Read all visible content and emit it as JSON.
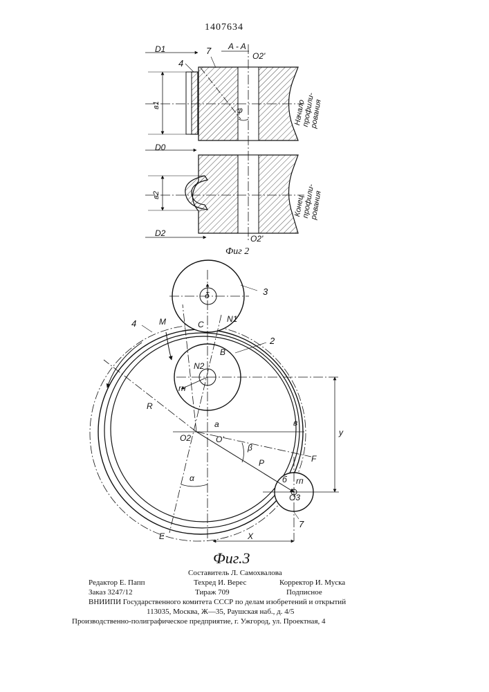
{
  "header": {
    "patent_number": "1407634"
  },
  "fig2": {
    "caption": "Фиг 2",
    "section": "A - A",
    "labels": {
      "d1": "D1",
      "d0": "D0",
      "d2": "D2",
      "part4": "4",
      "part7": "7",
      "o2_top": "O2'",
      "o2_bottom": "O2'",
      "b1": "в1",
      "b2": "в2",
      "phi": "φ"
    },
    "annotations": {
      "start": [
        "Начало",
        "профили-",
        "рования"
      ],
      "end": [
        "Конец",
        "профили-",
        "рования"
      ]
    }
  },
  "fig3": {
    "caption": "Фиг.3",
    "labels": {
      "part3": "3",
      "part2": "2",
      "part4": "4",
      "part7": "7",
      "M": "M",
      "C": "C",
      "N1": "N1",
      "N2": "N2",
      "B": "B",
      "rn": "rн",
      "R": "R",
      "O2": "O2",
      "O": "O'",
      "a": "a",
      "v": "в",
      "beta": "β",
      "P": "P",
      "F": "F",
      "b6": "б",
      "rp": "rп",
      "O3": "O3",
      "alpha": "α",
      "E": "E",
      "X": "X",
      "Y": "y",
      "delta": "δ"
    }
  },
  "imprint": {
    "compiler": "Составитель Л. Самохвалова",
    "editor": "Редактор Е. Папп",
    "techred": "Техред И. Верес",
    "corrector": "Корректор И. Муска",
    "order": "Заказ 3247/12",
    "circulation": "Тираж 709",
    "subscription": "Подписное",
    "institute": "ВНИИПИ Государственного комитета СССР по делам изобретений и открытий",
    "address": "113035, Москва, Ж—35, Раушская наб., д. 4/5",
    "printer": "Производственно-полиграфическое предприятие, г. Ужгород, ул. Проектная, 4"
  }
}
